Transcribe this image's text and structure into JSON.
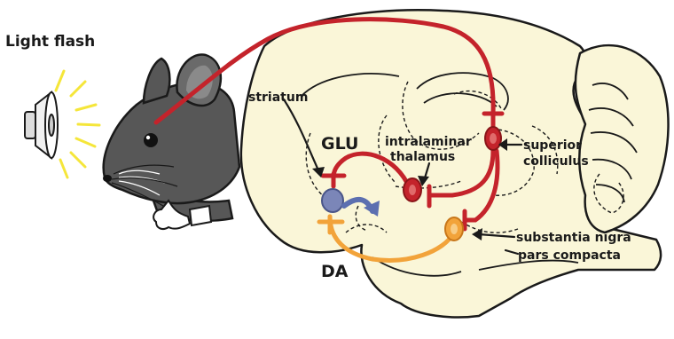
{
  "labels": {
    "light_flash": "Light flash",
    "striatum": "striatum",
    "glu": "GLU",
    "intralaminar_line1": "intralaminar",
    "intralaminar_line2": "thalamus",
    "superior_line1": "superior",
    "superior_line2": "colliculus",
    "substantia_line1": "substantia nigra",
    "substantia_line2": "pars compacta",
    "da": "DA"
  },
  "colors": {
    "glutamate_pathway": "#c4232b",
    "dopamine_pathway": "#f2a33a",
    "striatal_neuron": "#7b86b8",
    "brain_fill": "#faf6d8",
    "mouse_fur": "#575757",
    "light_rays": "#f5e63a"
  },
  "icons": {
    "light_source": "flashlight-icon",
    "mouse": "mouse-head-illustration"
  }
}
